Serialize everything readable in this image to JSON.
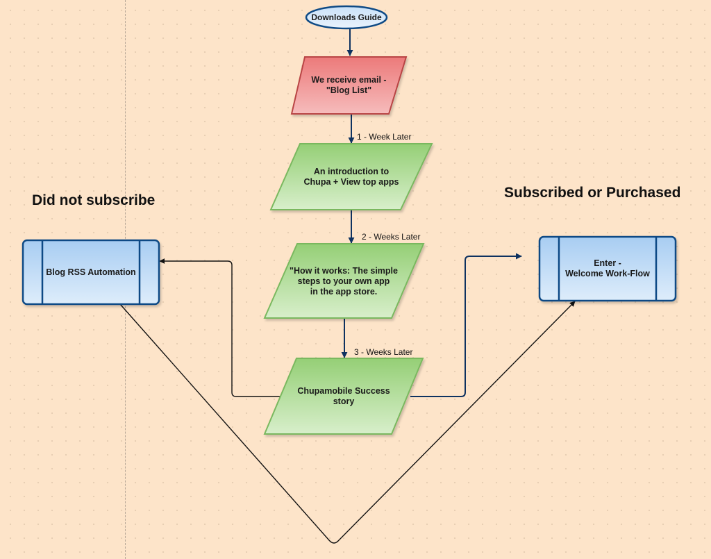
{
  "headings": {
    "left": "Did not subscribe",
    "right": "Subscribed or Purchased"
  },
  "nodes": {
    "start": "Downloads Guide",
    "email": [
      "We receive email -",
      "\"Blog List\""
    ],
    "intro": [
      "An introduction to",
      "Chupa + View top apps"
    ],
    "how": [
      "\"How it works: The simple",
      "steps to your own app",
      "in the app store."
    ],
    "success": [
      "Chupamobile Success",
      "story"
    ],
    "rss": "Blog RSS Automation",
    "welcome": [
      "Enter -",
      "Welcome Work-Flow"
    ]
  },
  "edge_labels": {
    "week1": "1 - Week Later",
    "week2": "2 - Weeks Later",
    "week3": "3 - Weeks Later"
  },
  "colors": {
    "background": "#fde4c9",
    "red_fill": "#ec8585",
    "red_stroke": "#b94444",
    "green_fill": "#a6d98a",
    "green_stroke": "#7ab85f",
    "blue_fill": "#bcd9f5",
    "blue_stroke": "#0e4a85",
    "connector": "#0e3260"
  }
}
